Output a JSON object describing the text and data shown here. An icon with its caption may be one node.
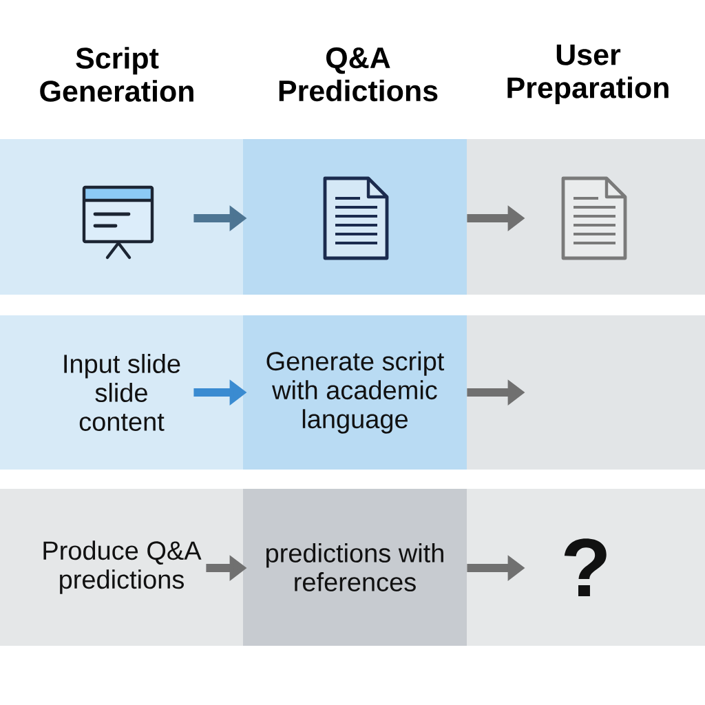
{
  "diagram": {
    "nodes": [
      {
        "text": [],
        "shape": "box"
      },
      {
        "text": [],
        "shape": "box"
      },
      {
        "text": [],
        "shape": "box"
      },
      {
        "text": [
          "Input slide slide content"
        ]
      },
      {
        "text": [
          "Generate script with academic language"
        ]
      },
      {
        "text": [],
        "shape": "box"
      },
      {
        "text": [
          "Produce Q&A predictions"
        ]
      },
      {
        "text": [
          "predictions with references"
        ]
      },
      {
        "text": [
          "?"
        ]
      }
    ],
    "edges": [
      {
        "from": 0,
        "to": 1,
        "arrow": "to",
        "color": "#4d7593"
      },
      {
        "from": 1,
        "to": 2,
        "arrow": "to"
      },
      {
        "from": 3,
        "to": 4,
        "arrow": "to",
        "color": "#3a8bd1"
      },
      {
        "from": 4,
        "to": 5,
        "arrow": "to"
      },
      {
        "from": 6,
        "to": 7,
        "arrow": "to"
      },
      {
        "from": 7,
        "to": 8,
        "arrow": "to"
      }
    ],
    "labels": [
      "Script Generation",
      "Q&A Predictions",
      "User Preparation"
    ]
  }
}
